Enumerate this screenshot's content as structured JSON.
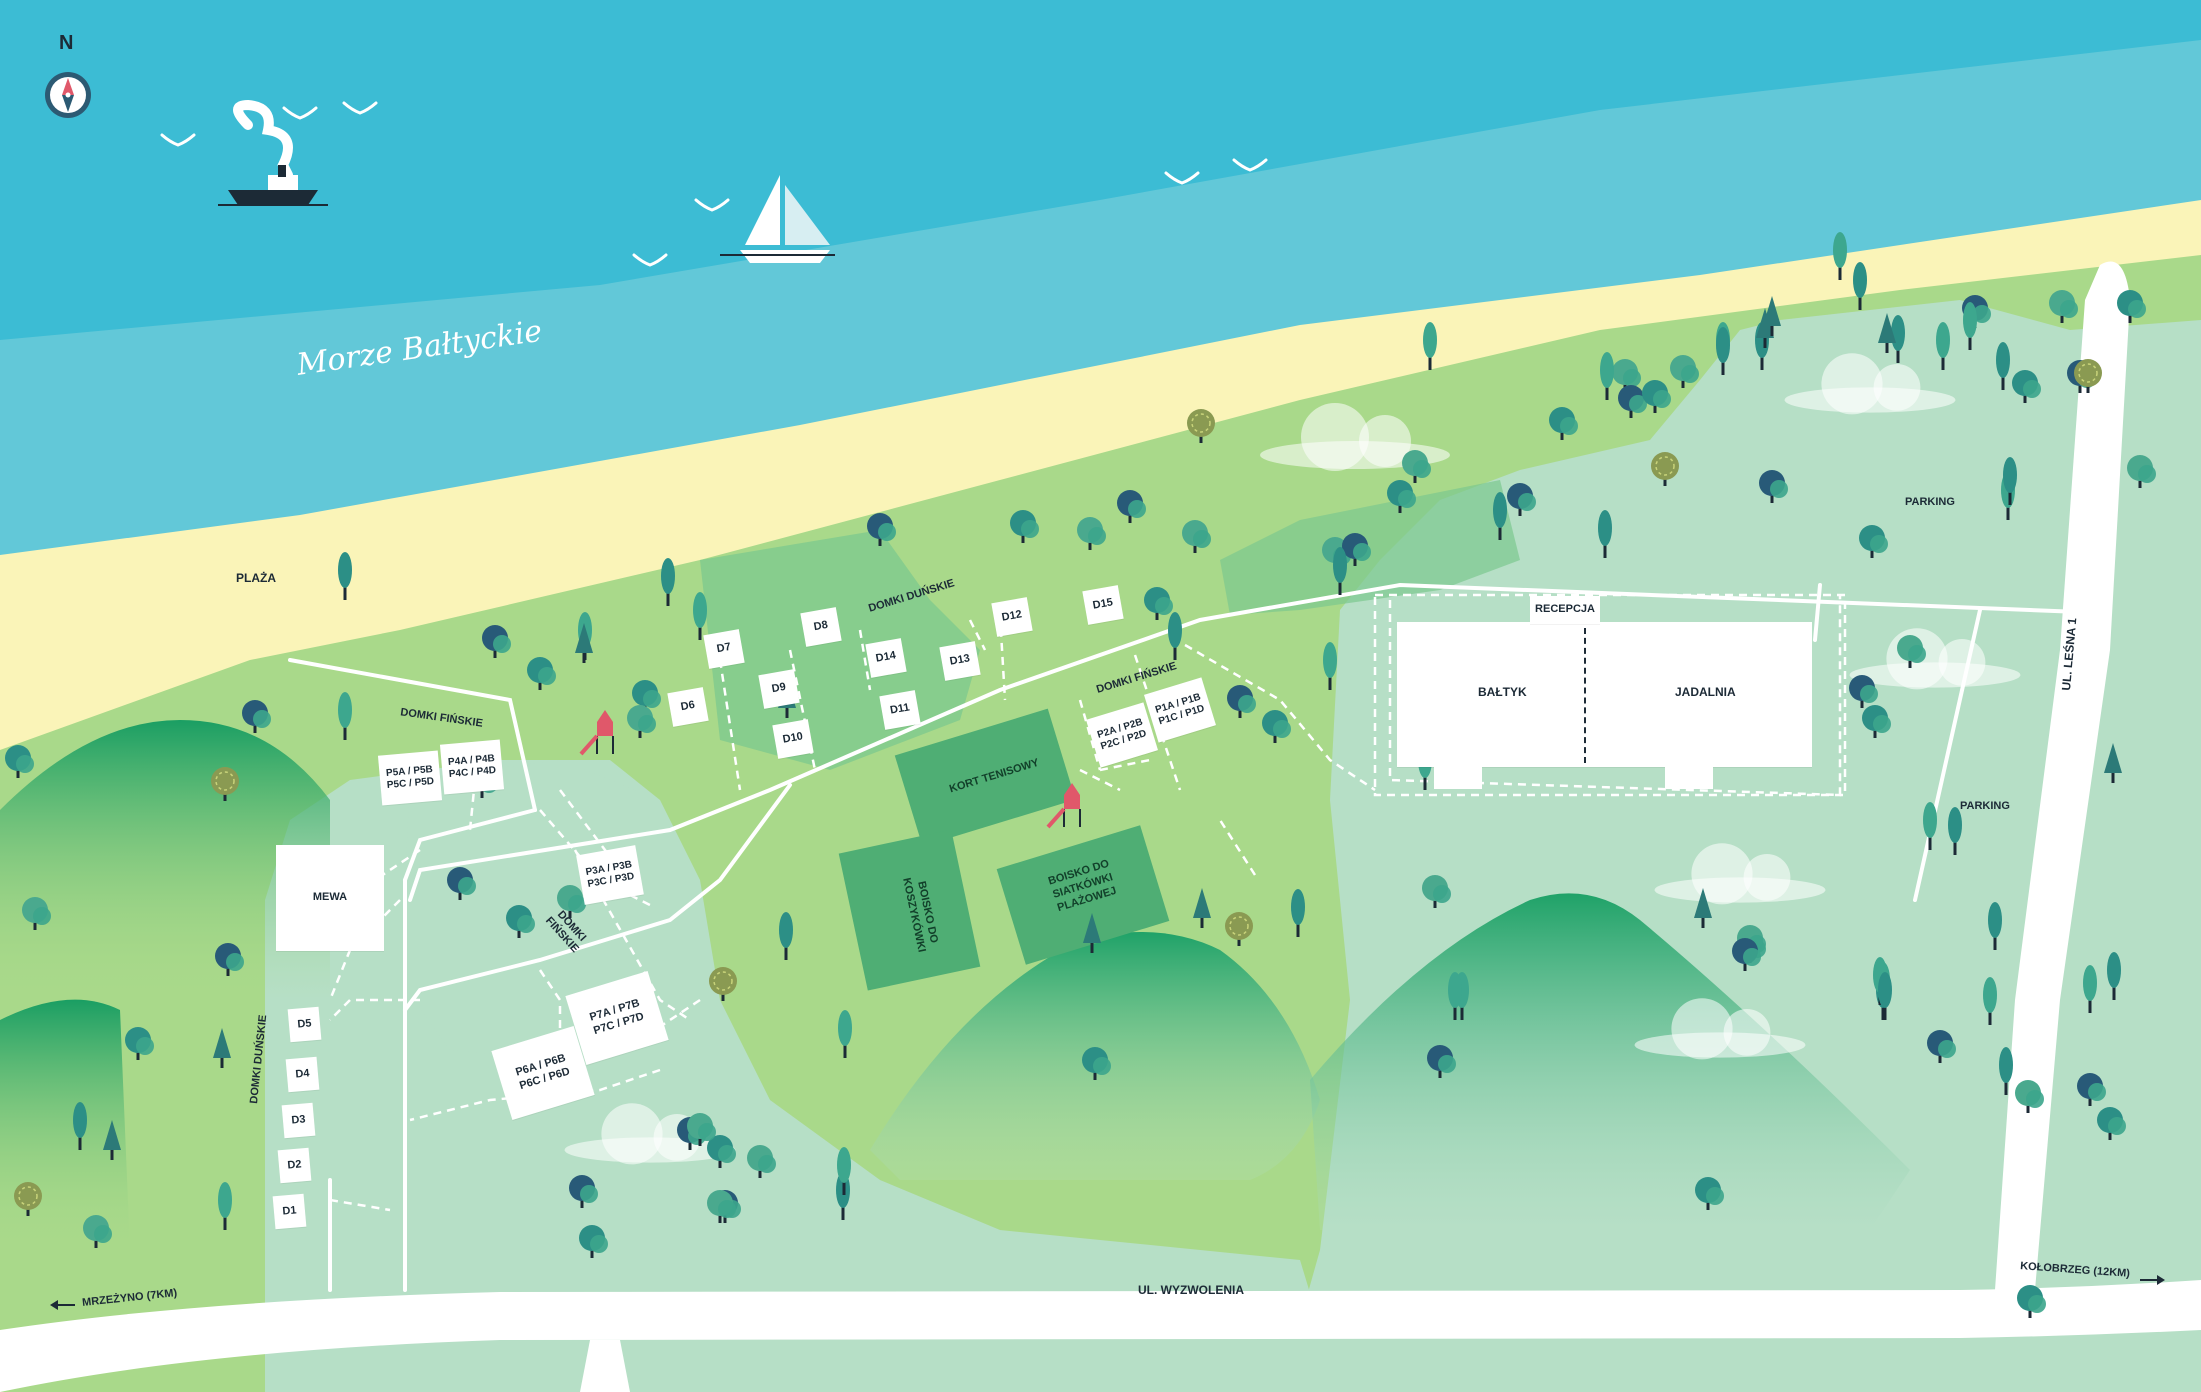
{
  "map": {
    "sea_label": "Morze Bałtyckie",
    "beach_label": "PLAŻA",
    "compass_label": "N"
  },
  "roads": {
    "main": "UL. WYZWOLENIA",
    "east": "UL. LEŚNA 1",
    "to_west": "MRZEŻYNO (7KM)",
    "to_east": "KOŁOBRZEG (12KM)"
  },
  "parking": [
    "PARKING",
    "PARKING"
  ],
  "buildings": {
    "reception": "RECEPCJA",
    "baltyk": "BAŁTYK",
    "jadalnia": "JADALNIA",
    "mewa": "MEWA"
  },
  "areas": {
    "domki_dunskie_north": "DOMKI DUŃSKIE",
    "domki_dunskie_west": "DOMKI DUŃSKIE",
    "domki_finskie_top": "DOMKI FIŃSKIE",
    "domki_finskie_mid": "DOMKI\nFIŃSKIE",
    "domki_finskie_center": "DOMKI FIŃSKIE"
  },
  "fields": {
    "tennis": "KORT TENISOWY",
    "basketball": "BOISKO DO KOSZYKÓWKI",
    "volleyball": "BOISKO DO\nSIATKÓWKI PLAŻOWEJ"
  },
  "cottages": {
    "D1": "D1",
    "D2": "D2",
    "D3": "D3",
    "D4": "D4",
    "D5": "D5",
    "D6": "D6",
    "D7": "D7",
    "D8": "D8",
    "D9": "D9",
    "D10": "D10",
    "D11": "D11",
    "D12": "D12",
    "D13": "D13",
    "D14": "D14",
    "D15": "D15"
  },
  "cabins": {
    "P1": "P1A / P1B\nP1C / P1D",
    "P2": "P2A / P2B\nP2C / P2D",
    "P3": "P3A / P3B\nP3C / P3D",
    "P4": "P4A / P4B\nP4C / P4D",
    "P5": "P5A / P5B\nP5C / P5D",
    "P6": "P6A / P6B\nP6C / P6D",
    "P7": "P7A / P7B\nP7C / P7D"
  },
  "colors": {
    "sea_deep": "#3cbcd4",
    "sea_light": "#62c8d8",
    "sand": "#faf4b8",
    "grass": "#a9d98a",
    "meadow_light": "#b6dfc6",
    "hill_dark": "#1fa268",
    "field": "#56b47c",
    "road": "#ffffff",
    "tree_teal": "#2c8f86",
    "tree_navy": "#285a78",
    "playground_red": "#e0586a"
  },
  "icons": [
    "compass-icon",
    "steamship-icon",
    "sailboat-icon",
    "seagull-icon",
    "tree-icon",
    "playground-icon",
    "cloud-icon",
    "arrow-left-icon",
    "arrow-right-icon"
  ]
}
